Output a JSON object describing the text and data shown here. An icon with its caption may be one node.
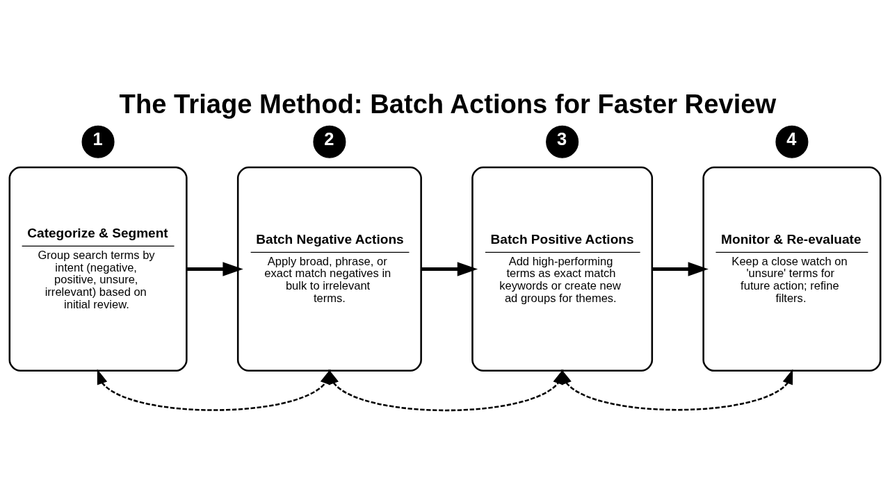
{
  "diagram": {
    "title": "The Triage Method: Batch Actions for Faster Review",
    "nodes": [
      {
        "text": [
          "1"
        ]
      },
      {
        "text": [
          "Categorize & Segment",
          "Group search terms by intent (negative, positive, unsure, irrelevant) based on initial review."
        ]
      },
      {
        "text": [
          "2"
        ]
      },
      {
        "text": [
          "Batch Negative Actions",
          "Apply broad, phrase, or exact match negatives in bulk to irrelevant terms."
        ]
      },
      {
        "text": [
          "3"
        ]
      },
      {
        "text": [
          "Batch Positive Actions",
          "Add high-performing terms as exact match keywords or create new ad groups for themes."
        ]
      },
      {
        "text": [
          "4"
        ]
      },
      {
        "text": [
          "Monitor & Re-evaluate",
          "Keep a close watch on 'unsure' terms for future action; refine filters."
        ]
      }
    ],
    "edges": [
      {
        "from": 1,
        "to": 3,
        "arrow": "to",
        "style": "thick"
      },
      {
        "from": 3,
        "to": 5,
        "arrow": "to",
        "style": "thick"
      },
      {
        "from": 5,
        "to": 7,
        "arrow": "to",
        "style": "thick"
      },
      {
        "from": 1,
        "to": 3,
        "arrow": "both",
        "style": "dashed"
      },
      {
        "from": 3,
        "to": 5,
        "arrow": "both",
        "style": "dashed"
      },
      {
        "from": 5,
        "to": 7,
        "arrow": "both",
        "style": "dashed"
      }
    ]
  }
}
